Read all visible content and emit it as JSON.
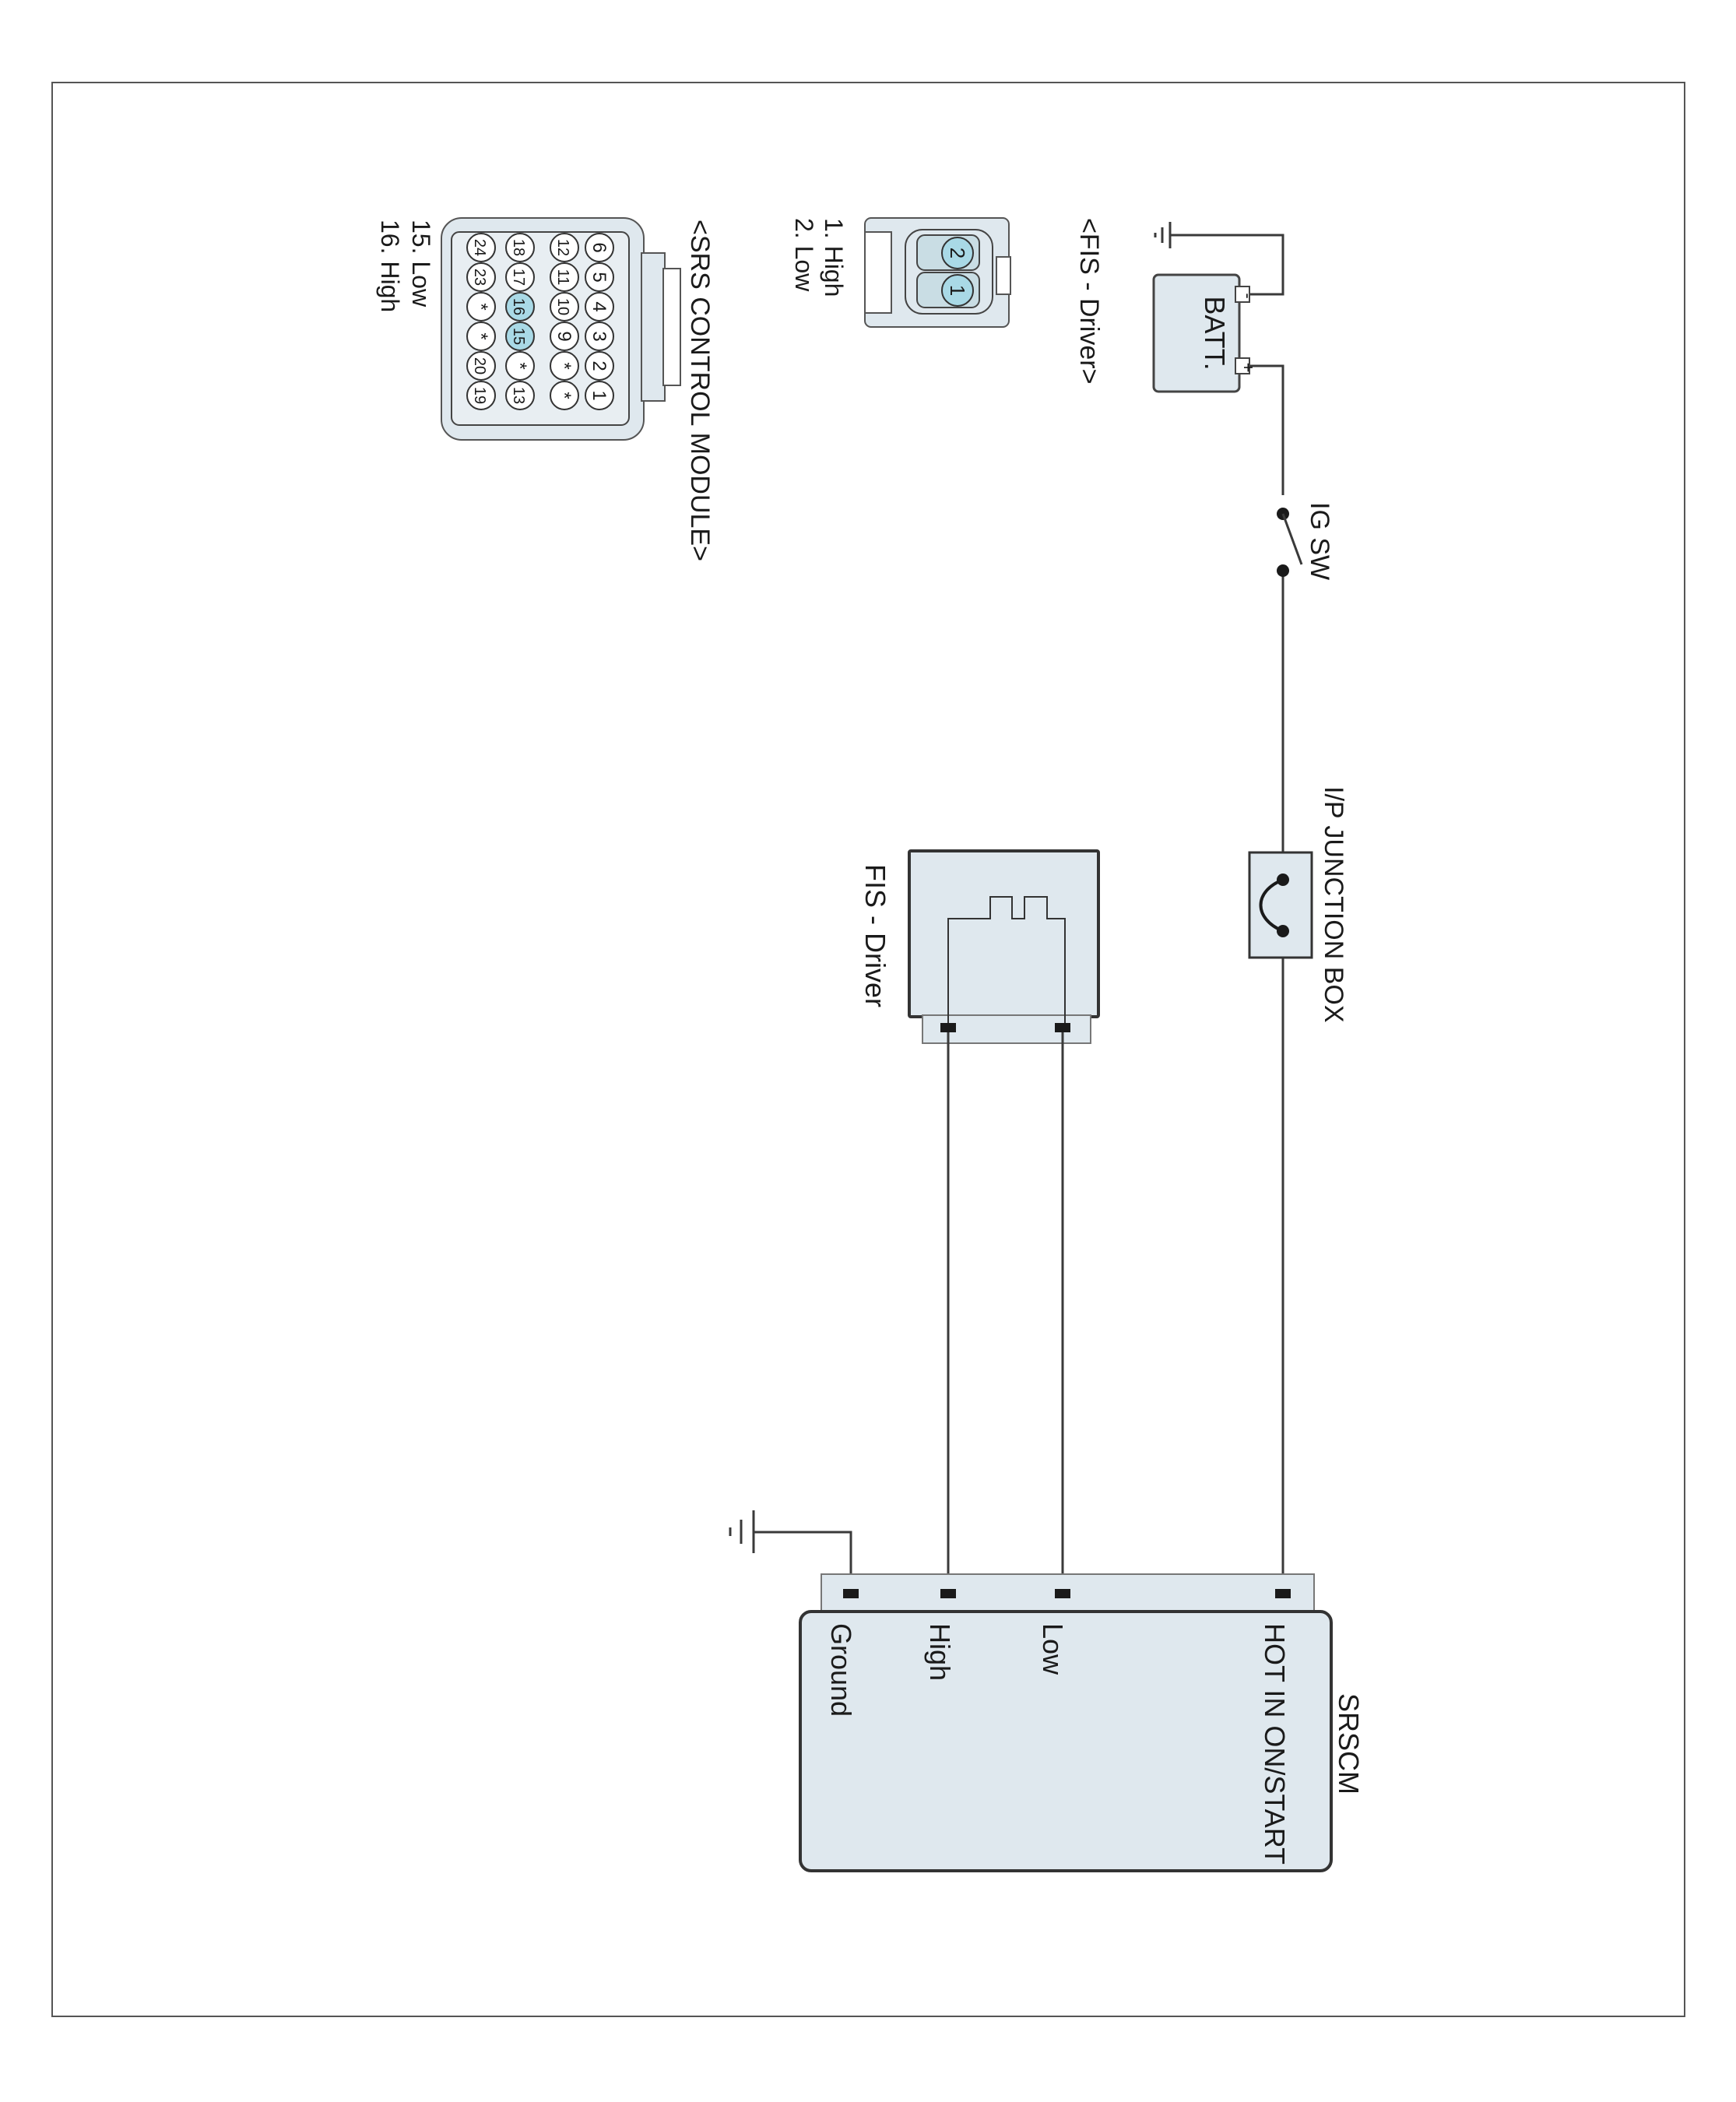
{
  "labels": {
    "batt": "BATT.",
    "batt_minus": "-",
    "batt_plus": "+",
    "ig_sw": "IG SW",
    "ip_junction_box": "I/P JUNCTION BOX",
    "fis_driver": "FIS - Driver",
    "srscm": "SRSCM",
    "fis_connector_title": "<FIS - Driver>",
    "srs_connector_title": "<SRS CONTROL MODULE>"
  },
  "srscm_pins": [
    "HOT IN ON/START",
    "Low",
    "High",
    "Ground"
  ],
  "fis_connector": {
    "pins": [
      "1",
      "2"
    ],
    "legend": [
      "1. High",
      "2. Low"
    ]
  },
  "srs_connector": {
    "rows": [
      [
        "6",
        "5",
        "4",
        "3",
        "2",
        "1"
      ],
      [
        "12",
        "11",
        "10",
        "9",
        "*",
        "*"
      ],
      [
        "18",
        "17",
        "16",
        "15",
        "*",
        "13"
      ],
      [
        "24",
        "23",
        "*",
        "*",
        "20",
        "19"
      ]
    ],
    "highlight": [
      "16",
      "15"
    ],
    "legend": [
      "15. Low",
      "16. High"
    ]
  },
  "colors": {
    "line": "#3a3a3a",
    "box_fill": "#dfe8ee",
    "pin_highlight": "#a9d9e6"
  }
}
